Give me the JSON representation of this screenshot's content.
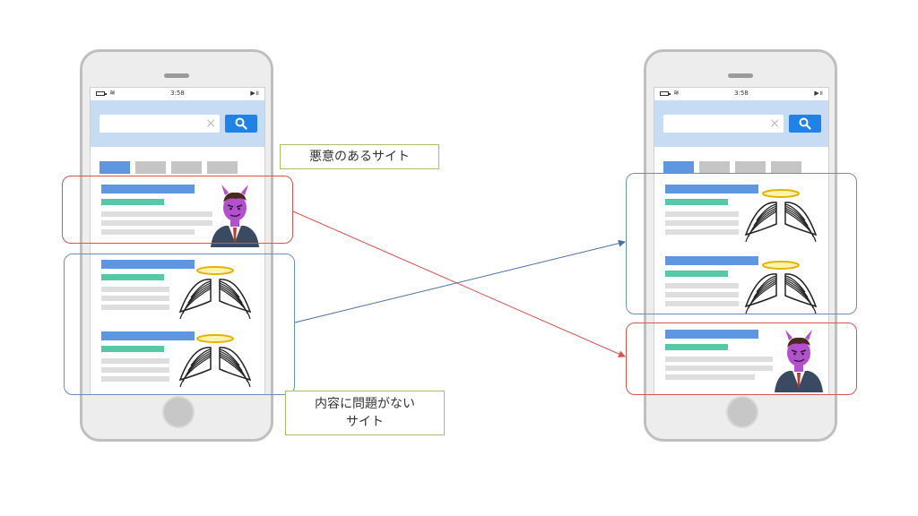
{
  "colors": {
    "malicious_box": "#d9534f",
    "safe_box": "#6a8fbf",
    "label_border": "#a4c46b",
    "search_button": "#1e82e6",
    "search_band": "#c7dcf3",
    "result_title": "#5f96e2",
    "result_url": "#55c8a6",
    "devil_skin": "#b44fd0",
    "suit": "#3b4a63"
  },
  "phones": [
    {
      "id": "before",
      "status_time": "3:58",
      "icons": [
        "battery-icon",
        "wifi-icon",
        "play-pause-icon"
      ],
      "results_order": [
        "malicious",
        "safe",
        "safe"
      ]
    },
    {
      "id": "after",
      "status_time": "3:58",
      "icons": [
        "battery-icon",
        "wifi-icon",
        "play-pause-icon"
      ],
      "results_order": [
        "safe",
        "safe",
        "malicious"
      ]
    }
  ],
  "labels": {
    "malicious": "悪意のあるサイト",
    "safe_line1": "内容に問題がない",
    "safe_line2": "サイト"
  },
  "glyphs": {
    "clear": "×",
    "wifi": "≋",
    "play": "▶॥"
  }
}
